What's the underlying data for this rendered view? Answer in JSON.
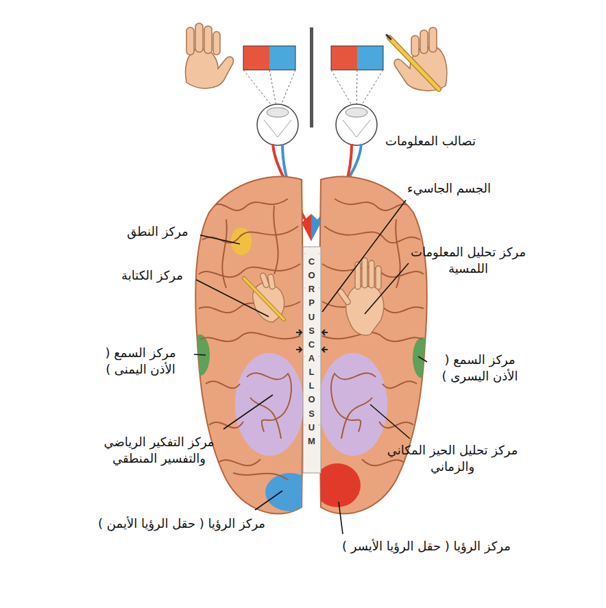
{
  "diagram": {
    "labels": [
      "تصالب المعلومات",
      "الجسم الجاسيء",
      "مركز النطق",
      "مركز تحليل المعلومات اللمسية",
      "مركز الكتابة",
      "CORPUS CALLOSUM",
      "مركز السمع ( الأذن اليمنى )",
      "مركز السمع ( الأذن اليسرى )",
      "مركز التفكير الرياضي والتفسير المنطقي",
      "مركز تحليل الحيز المكاني والزماني",
      "مركز الرؤيا ( حقل الرؤيا الأيمن )",
      "مركز الرؤيا ( حقل الرؤيا الأيسر )"
    ]
  }
}
